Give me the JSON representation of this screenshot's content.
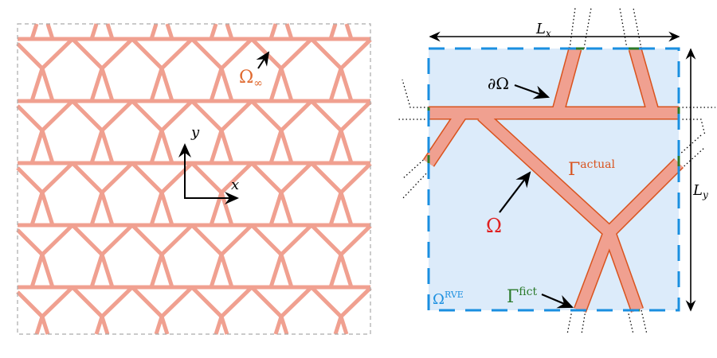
{
  "left": {
    "omega_inf_label": "Ω",
    "omega_inf_sub": "∞",
    "x_label": "x",
    "y_label": "y"
  },
  "right": {
    "lx_label": "L",
    "lx_sub": "x",
    "ly_label": "L",
    "ly_sub": "y",
    "boundary_label": "∂Ω",
    "gamma_actual": "Γ",
    "gamma_actual_sup": "actual",
    "omega_label": "Ω",
    "gamma_fict": "Γ",
    "gamma_fict_sup": "fict",
    "rve_label": "Ω",
    "rve_sup": "RVE"
  },
  "colors": {
    "strut": "#f0a090",
    "strut_edge": "#d9531e",
    "rve_fill": "#dcebfa",
    "rve_border": "#1a8fe0",
    "fict": "#2a7a2a",
    "omega_red": "#e02020",
    "omega_inf": "#e06a30"
  }
}
